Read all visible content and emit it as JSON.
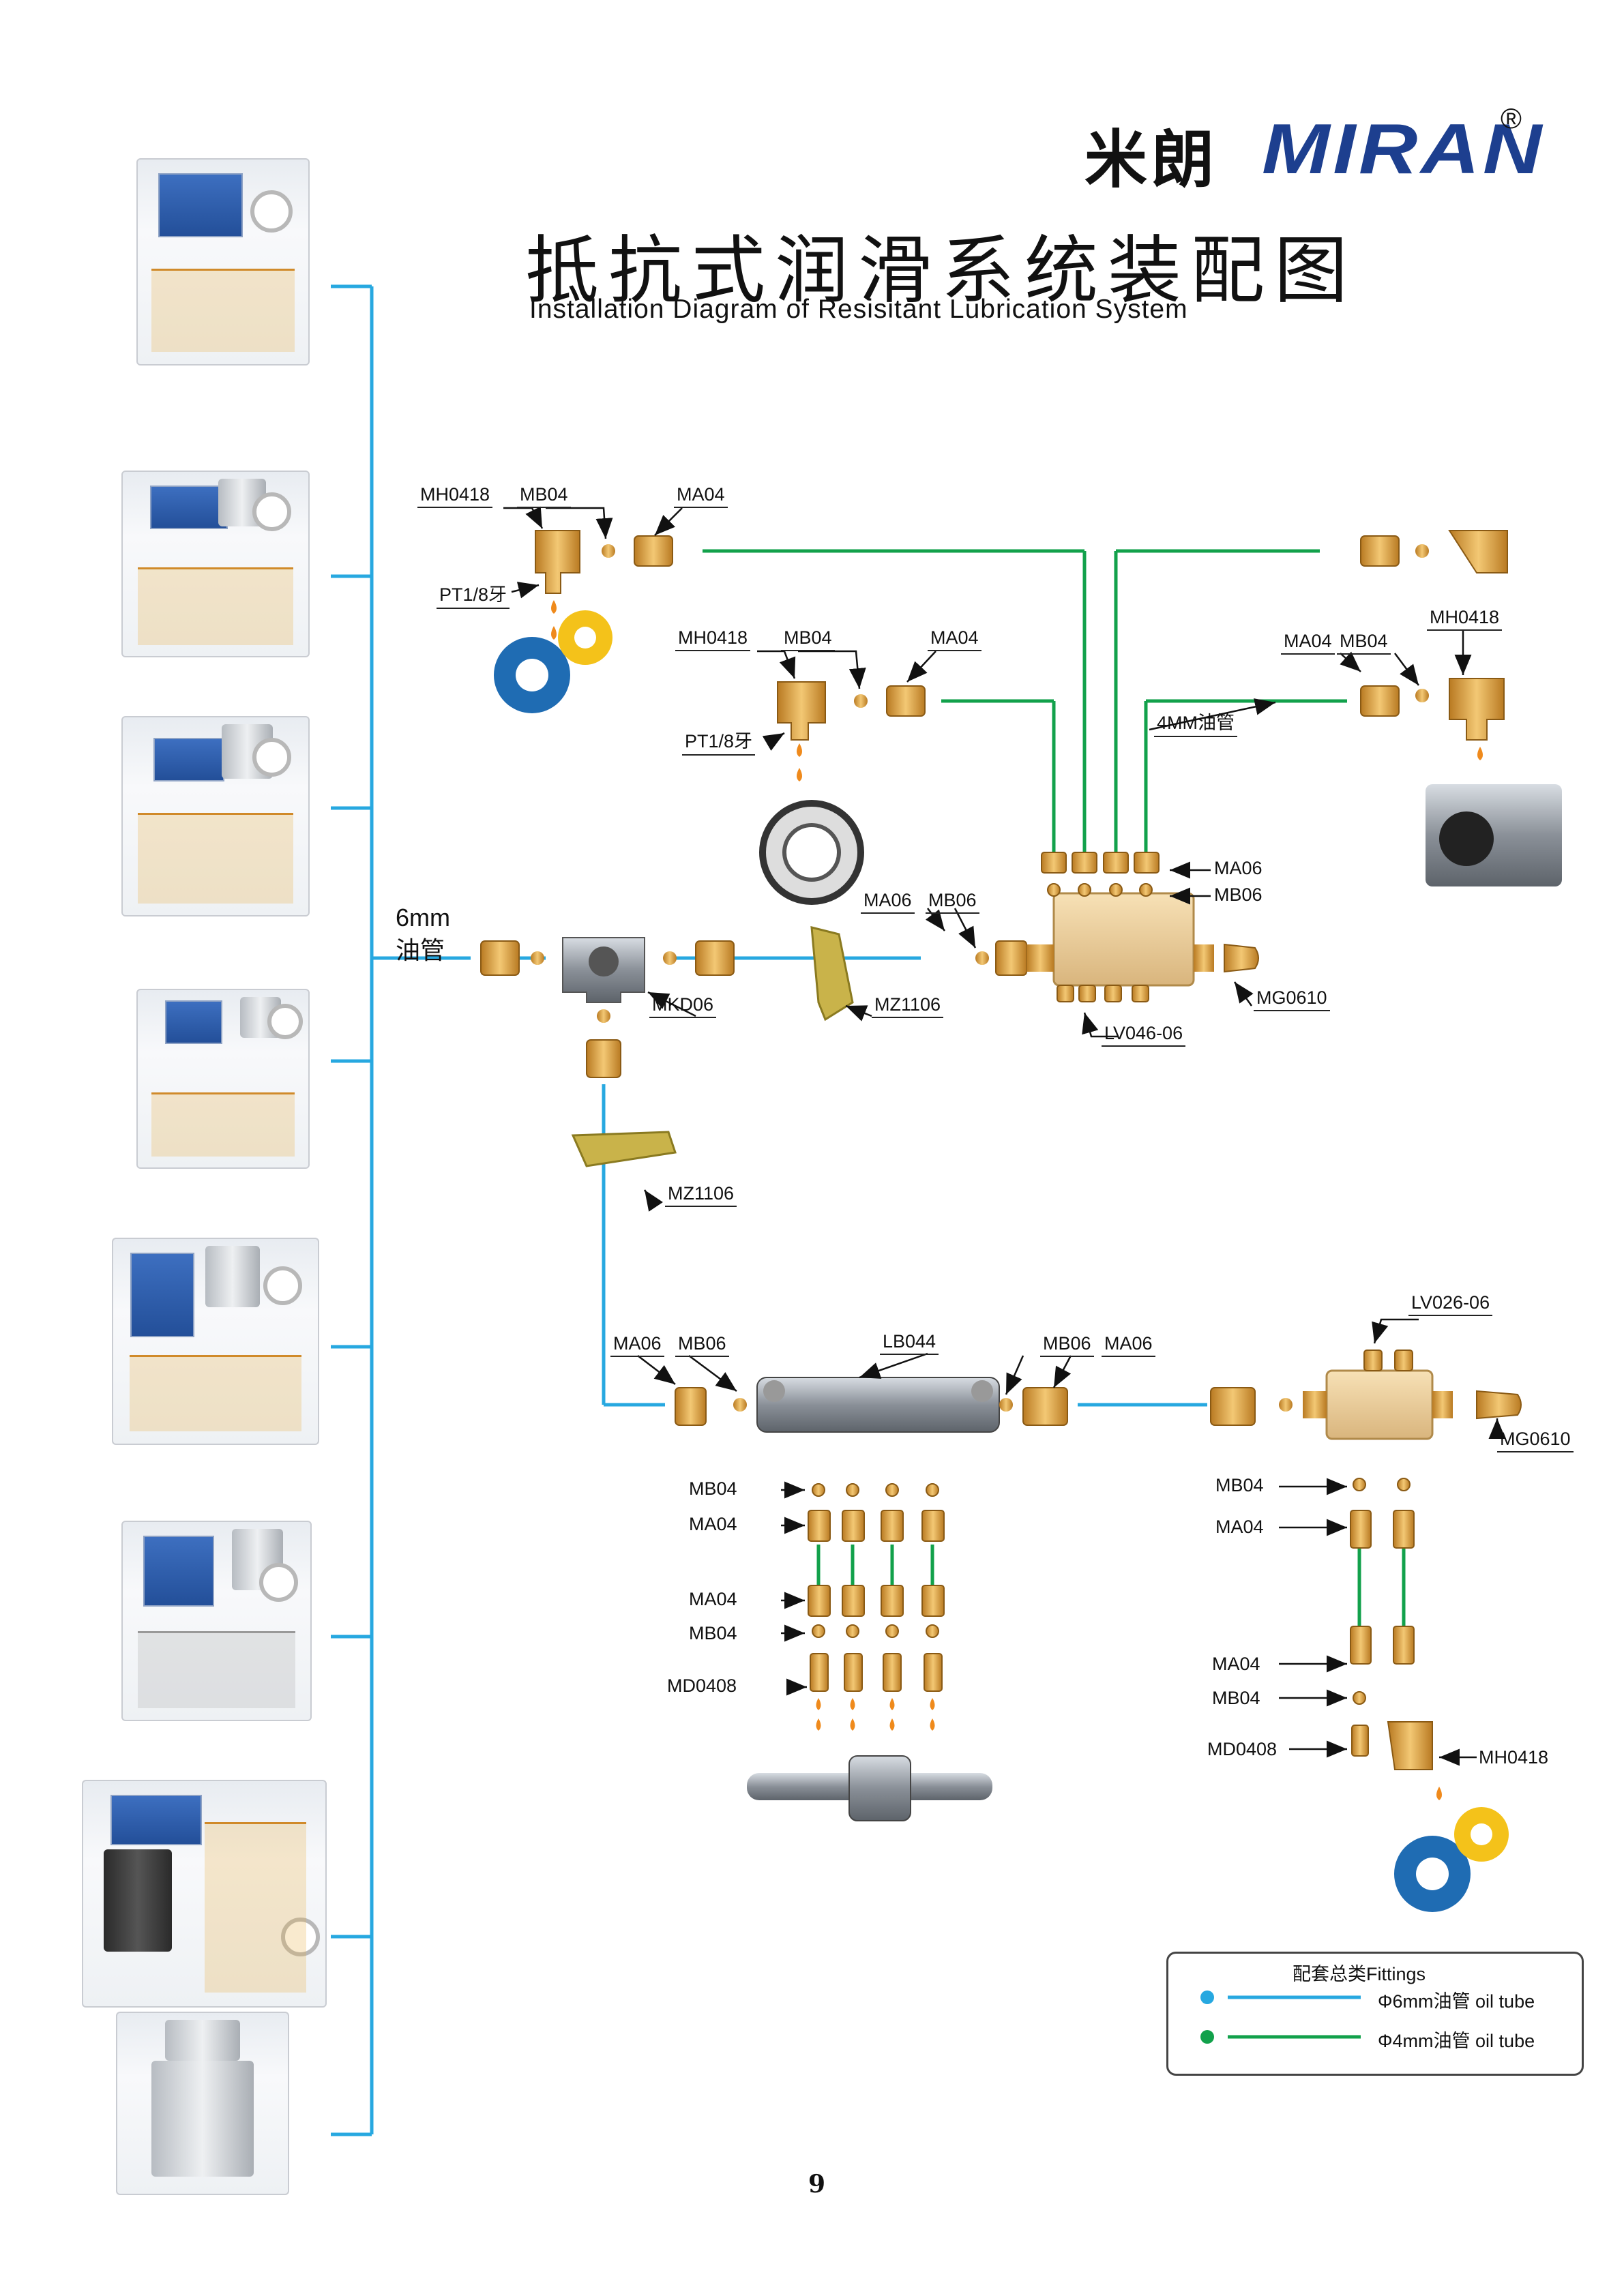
{
  "header": {
    "brand_cn": "米朗",
    "brand_en": "MIRAN",
    "brand_reg": "®",
    "title_cn": "抵抗式润滑系统装配图",
    "title_en": "Installation Diagram  of  Resisitant Lubrication System"
  },
  "main_line": {
    "label_line1": "6mm",
    "label_line2": "油管",
    "colors": {
      "oil_tube_6mm": "#27a8e0",
      "oil_tube_4mm": "#12a14b",
      "brass": "#d8a24a"
    }
  },
  "labels": {
    "top_left": {
      "mh0418": "MH0418",
      "mb04": "MB04",
      "ma04": "MA04",
      "pt": "PT1/8牙"
    },
    "mid_left": {
      "mh0418": "MH0418",
      "mb04": "MB04",
      "ma04": "MA04",
      "pt": "PT1/8牙"
    },
    "right": {
      "ma04": "MA04",
      "mb04": "MB04",
      "mh0418": "MH0418",
      "tube": "4MM油管"
    },
    "distributor_upper": {
      "ma06": "MA06",
      "mb06": "MB06",
      "ma06_in": "MA06",
      "mb06_in": "MB06",
      "mg0610": "MG0610",
      "lv": "LV046-06"
    },
    "tee": {
      "mkd06": "MKD06",
      "mz1106_a": "MZ1106",
      "mz1106_b": "MZ1106"
    },
    "lower_block": {
      "ma06_l": "MA06",
      "mb06_l": "MB06",
      "lb044": "LB044",
      "mb06_r": "MB06",
      "ma06_r": "MA06",
      "mb04": "MB04",
      "ma04": "MA04",
      "ma04_b": "MA04",
      "mb04_b": "MB04",
      "md0408": "MD0408"
    },
    "lower_dist": {
      "lv": "LV026-06",
      "mg0610": "MG0610",
      "mb04": "MB04",
      "ma04": "MA04",
      "ma04_b": "MA04",
      "mb04_b": "MB04",
      "md0408": "MD0408",
      "mh0418": "MH0418"
    }
  },
  "legend": {
    "title": "配套总类Fittings",
    "items": [
      {
        "label": "Φ6mm油管  oil tube",
        "color": "#27a8e0"
      },
      {
        "label": "Φ4mm油管  oil tube",
        "color": "#12a14b"
      }
    ]
  },
  "page_number": "9"
}
